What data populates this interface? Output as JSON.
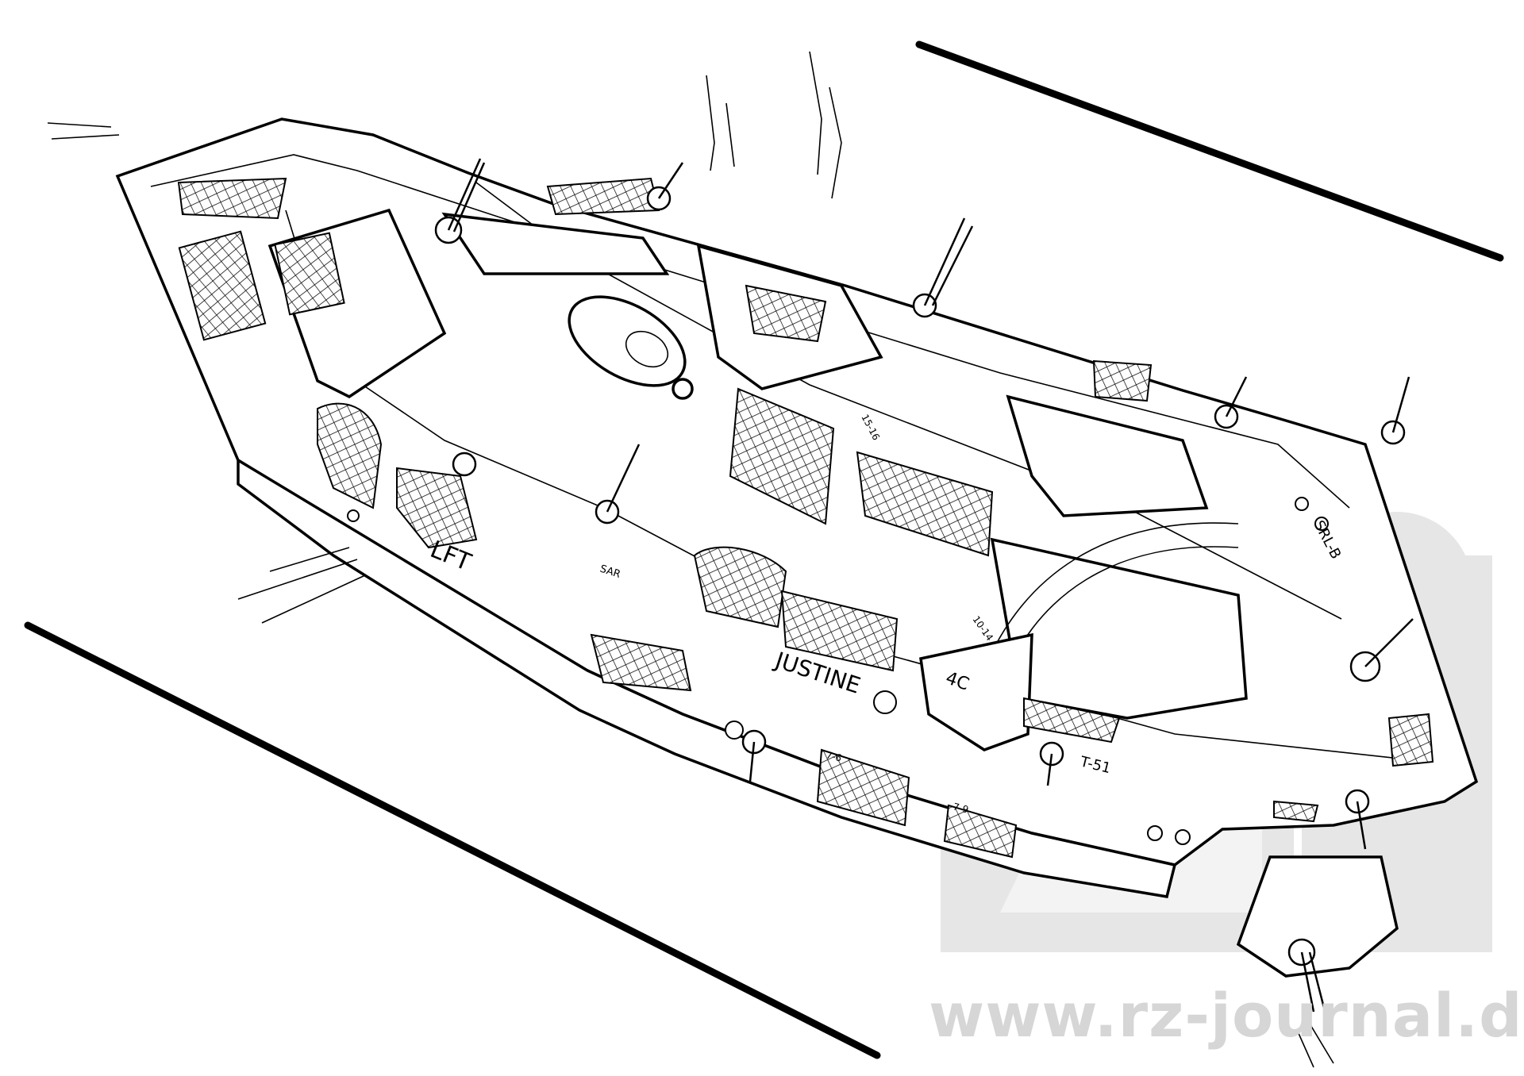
{
  "markings": {
    "ship_name": "JUSTINE",
    "bow_code": "LFT",
    "hull_number": "T-51",
    "bay_code": "4C",
    "side_code": "SRL-B",
    "deck_code_a": "SAR",
    "deck_code_b": "15-16",
    "deck_code_c": "10-14",
    "deck_code_d": "7-6",
    "deck_code_e": "7-9"
  },
  "watermark": {
    "text": "www.rz-journal.de",
    "color": "#d6d6d6"
  },
  "colors": {
    "ink": "#000000",
    "paper": "#ffffff"
  }
}
